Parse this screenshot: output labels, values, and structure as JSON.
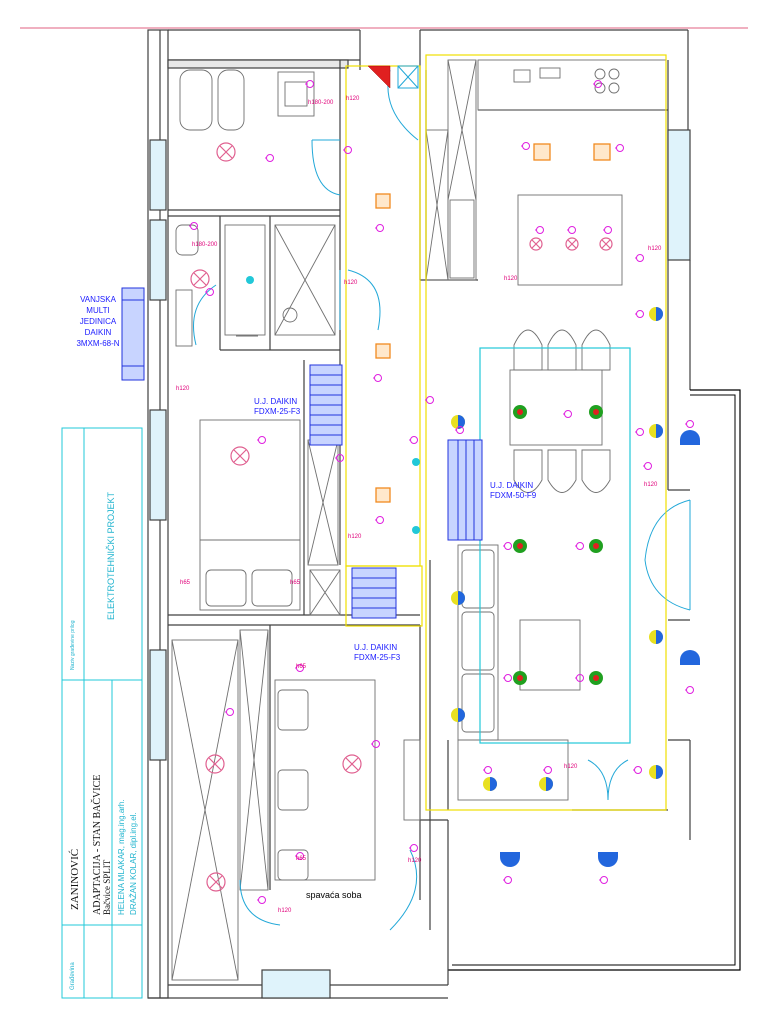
{
  "colors": {
    "wall": "#404040",
    "yellow": "#f0e000",
    "cyan": "#22c8d8",
    "magenta": "#e020e0",
    "orange": "#f08a20",
    "blue": "#2233dd",
    "green": "#20a020",
    "red": "#e02020",
    "pink": "#e06080"
  },
  "labels": {
    "outdoor_unit": [
      "VANJSKA",
      "MULTI",
      "JEDINICA",
      "DAIKIN",
      "3MXM-68-N"
    ],
    "ac_unit_1": [
      "U.J. DAIKIN",
      "FDXM-25-F3"
    ],
    "ac_unit_2": [
      "U.J. DAIKIN",
      "FDXM-50-F9"
    ],
    "ac_unit_3": [
      "U.J. DAIKIN",
      "FDXM-25-F3"
    ],
    "room_bedroom": "spavaća soba",
    "height_marks": [
      "h120",
      "h180-200",
      "h180-200",
      "h120",
      "h120",
      "h120",
      "h65",
      "h65",
      "h65",
      "h65",
      "h120",
      "h120",
      "h120",
      "h120",
      "h120",
      "h120"
    ]
  },
  "title_block": {
    "project_type": "ELEKTROTEHNIČKI PROJEKT",
    "client": "ZANINOVIĆ",
    "title": "ADAPTACIJA - STAN BAČVICE",
    "location": "Bačvice SPLIT",
    "designer_1": "HELENA MLAKAR, mag.ing.arh.",
    "designer_2": "DRAŽAN KOLAR, dipl.ing.el.",
    "field_left_top": "Naziv građevine prilog",
    "field_left_bottom": "Građevina"
  }
}
